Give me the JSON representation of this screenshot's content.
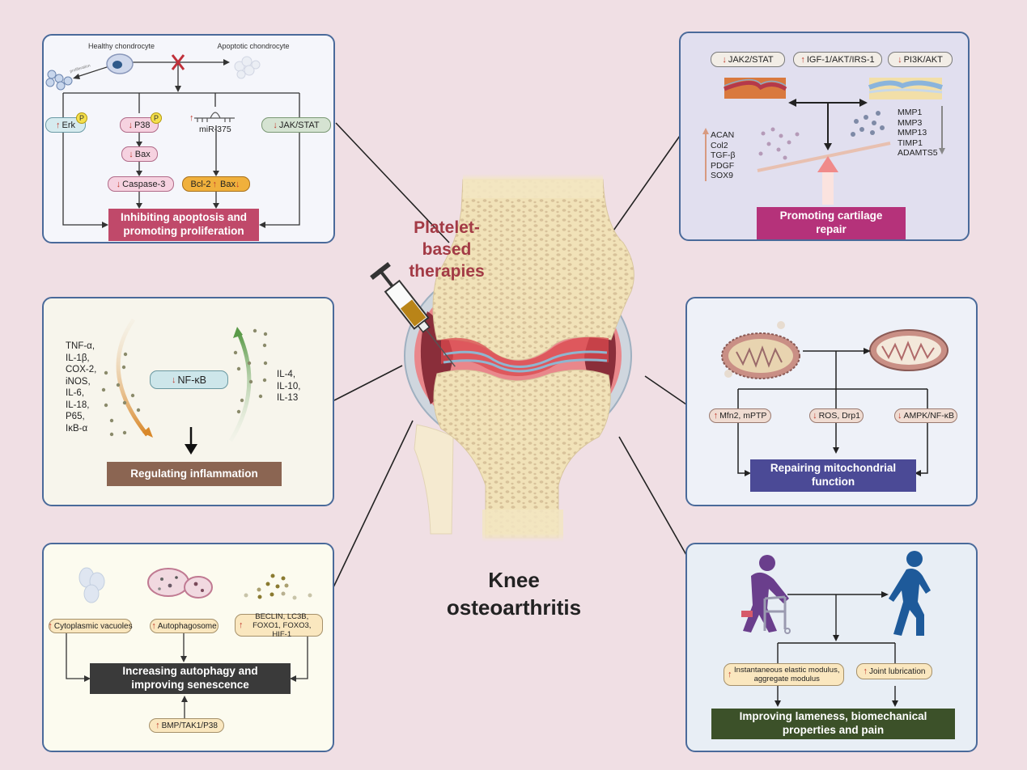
{
  "center": {
    "therapy_label": "Platelet-based therapies",
    "therapy_line1": "Platelet-",
    "therapy_line2": "based",
    "therapy_line3": "therapies",
    "disease_line1": "Knee",
    "disease_line2": "osteoarthritis"
  },
  "panels": {
    "apoptosis": {
      "healthy_label": "Healthy chondrocyte",
      "apoptotic_label": "Apoptotic chondrocyte",
      "proliferation_label": "proliferation",
      "nodes": [
        {
          "dir": "up",
          "label": "Erk",
          "phospho": "P"
        },
        {
          "dir": "down",
          "label": "P38",
          "phospho": "P"
        },
        {
          "dir": "up",
          "label": "miR-375"
        },
        {
          "dir": "down",
          "label": "JAK/STAT"
        },
        {
          "dir": "down",
          "label": "Bax"
        },
        {
          "dir": "down",
          "label": "Caspase-3"
        },
        {
          "label": "Bcl-2",
          "dir2_label": "Bax"
        }
      ],
      "outcome": "Inhibiting apoptosis and promoting proliferation",
      "outcome_color": "#c0496a"
    },
    "cartilage": {
      "pathways": [
        {
          "dir": "down",
          "label": "JAK2/STAT"
        },
        {
          "dir": "up",
          "label": "IGF-1/AKT/IRS-1"
        },
        {
          "dir": "down",
          "label": "PI3K/AKT"
        }
      ],
      "up_markers": [
        "ACAN",
        "Col2",
        "TGF-β",
        "PDGF",
        "SOX9"
      ],
      "down_markers": [
        "MMP1",
        "MMP3",
        "MMP13",
        "TIMP1",
        "ADAMTS5"
      ],
      "outcome": "Promoting cartilage repair",
      "outcome_color": "#b5327a"
    },
    "inflammation": {
      "pro_inflammatory": [
        "TNF-α,",
        "IL-1β,",
        "COX-2,",
        "iNOS,",
        "IL-6,",
        "IL-18,",
        "P65,",
        "IκB-α"
      ],
      "anti_inflammatory": [
        "IL-4,",
        "IL-10,",
        "IL-13"
      ],
      "hub": {
        "dir": "down",
        "label": "NF-κB"
      },
      "outcome": "Regulating inflammation",
      "outcome_color": "#8b6552"
    },
    "mitochondria": {
      "nodes": [
        {
          "dir": "up",
          "label": "Mfn2, mPTP"
        },
        {
          "dir": "down",
          "label": "ROS, Drp1"
        },
        {
          "dir": "down",
          "label": "AMPK/NF-κB"
        }
      ],
      "outcome": "Repairing mitochondrial function",
      "outcome_color": "#4b4a96"
    },
    "autophagy": {
      "nodes": [
        {
          "dir": "up",
          "label": "Cytoplasmic vacuoles"
        },
        {
          "dir": "up",
          "label": "Autophagosome"
        },
        {
          "dir": "up",
          "label": "BECLIN, LC3B, FOXO1, FOXO3, HIF-1"
        },
        {
          "dir": "up",
          "label": "BMP/TAK1/P38"
        }
      ],
      "outcome": "Increasing autophagy and improving senescence",
      "outcome_color": "#3a3a3a"
    },
    "lameness": {
      "nodes": [
        {
          "dir": "up",
          "label": "Instantaneous elastic modulus, aggregate modulus"
        },
        {
          "dir": "up",
          "label": "Joint lubrication"
        }
      ],
      "outcome": "Improving lameness, biomechanical properties and pain",
      "outcome_color": "#3c5129"
    }
  },
  "icons": [
    "healthy-chondrocyte",
    "apoptotic-chondrocyte",
    "proliferating-cells",
    "syringe",
    "knee-joint",
    "mitochondrion-damaged",
    "mitochondrion-healthy",
    "vacuole",
    "autophagosome",
    "walker-person",
    "walking-person",
    "balance-scale"
  ],
  "colors": {
    "background": "#f0dfe4",
    "panel_border": "#4a6a9a",
    "up_arrow": "#c0392b",
    "therapy_text": "#a33a45"
  }
}
